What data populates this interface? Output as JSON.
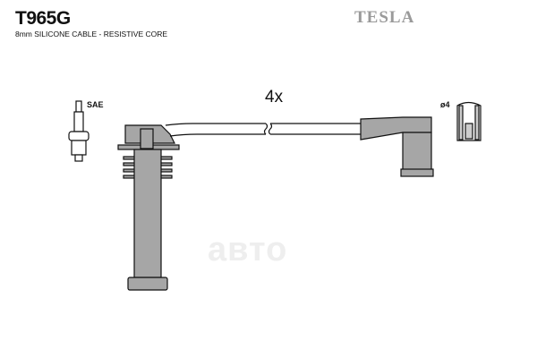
{
  "product": {
    "part_number": "T965G",
    "description": "8mm SILICONE CABLE - RESISTIVE CORE",
    "brand": "TESLA"
  },
  "drawing": {
    "quantity_label": "4x",
    "plug_standard_label": "SAE",
    "terminal_diameter_label": "ø4",
    "part_fill_color": "#a6a6a6",
    "outline_color": "#111111"
  },
  "watermark": "авто"
}
